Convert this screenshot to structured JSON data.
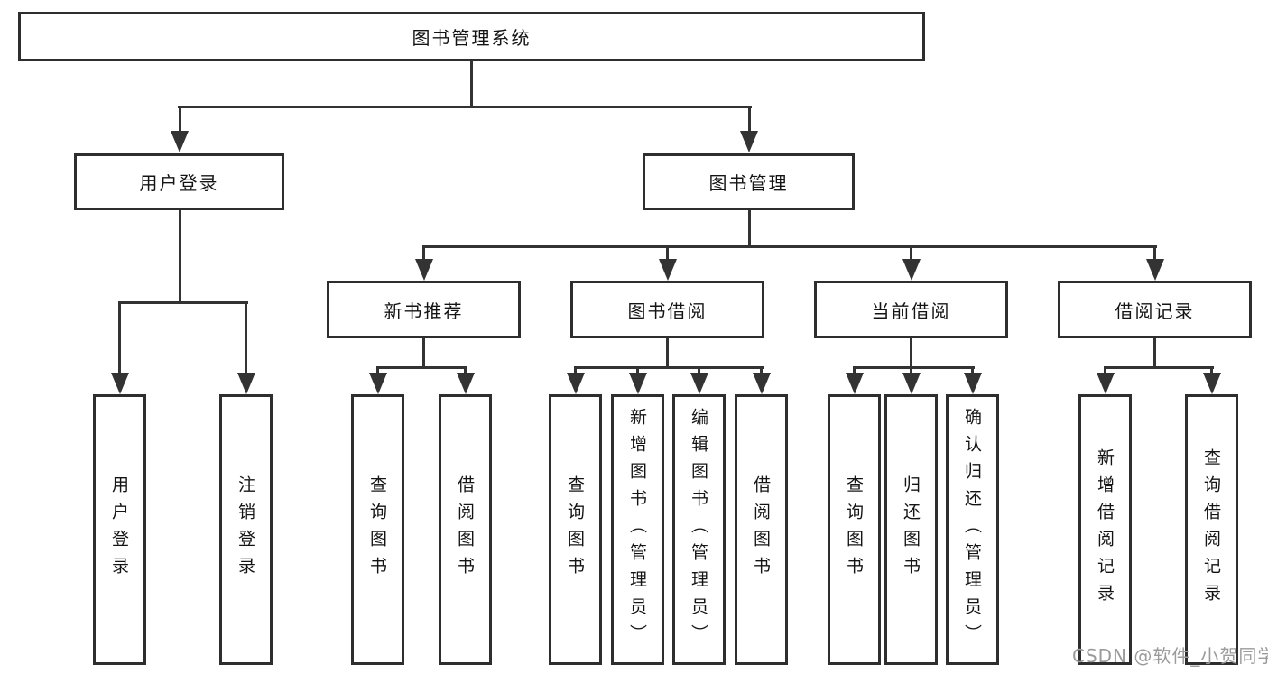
{
  "nodes": {
    "root": "图书管理系统",
    "user_login": "用户登录",
    "book_mgmt": "图书管理",
    "new_book": "新书推荐",
    "book_borrow": "图书借阅",
    "current_borrow": "当前借阅",
    "borrow_record": "借阅记录",
    "leaf_user_login": "用户登录",
    "leaf_logout": "注销登录",
    "leaf_rec_query": "查询图书",
    "leaf_rec_borrow": "借阅图书",
    "leaf_bb_query": "查询图书",
    "leaf_bb_add": "新增图书（管理员）",
    "leaf_bb_edit": "编辑图书（管理员）",
    "leaf_bb_borrow": "借阅图书",
    "leaf_cb_query": "查询图书",
    "leaf_cb_return": "归还图书",
    "leaf_cb_confirm": "确认归还（管理员）",
    "leaf_br_add": "新增借阅记录",
    "leaf_br_query": "查询借阅记录"
  },
  "watermark": "CSDN @软件_小贺同学",
  "colors": {
    "line": "#333333",
    "box_border": "#2e2e2e",
    "box_fill": "#ffffff",
    "text": "#141414",
    "watermark": "#9b9b9b",
    "background": "#ffffff"
  }
}
